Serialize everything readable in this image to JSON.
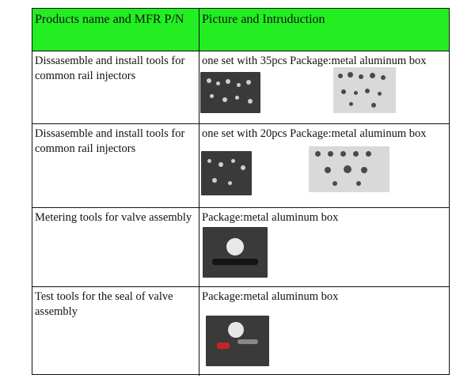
{
  "header": {
    "col1": "Products name and MFR P/N",
    "col2": "Picture and Intruduction"
  },
  "rows": [
    {
      "name": "Dissasemble and install tools for common rail injectors",
      "intro": "one set with 35pcs Package:metal aluminum box"
    },
    {
      "name": "Dissasemble and install tools for common rail injectors",
      "intro": "one set with 20pcs Package:metal aluminum box"
    },
    {
      "name": "Metering tools for valve assembly",
      "intro": "Package:metal aluminum box"
    },
    {
      "name": "Test tools for the seal of valve assembly",
      "intro": "Package:metal aluminum box"
    }
  ],
  "colors": {
    "header_bg": "#22ee22",
    "border": "#111111"
  }
}
